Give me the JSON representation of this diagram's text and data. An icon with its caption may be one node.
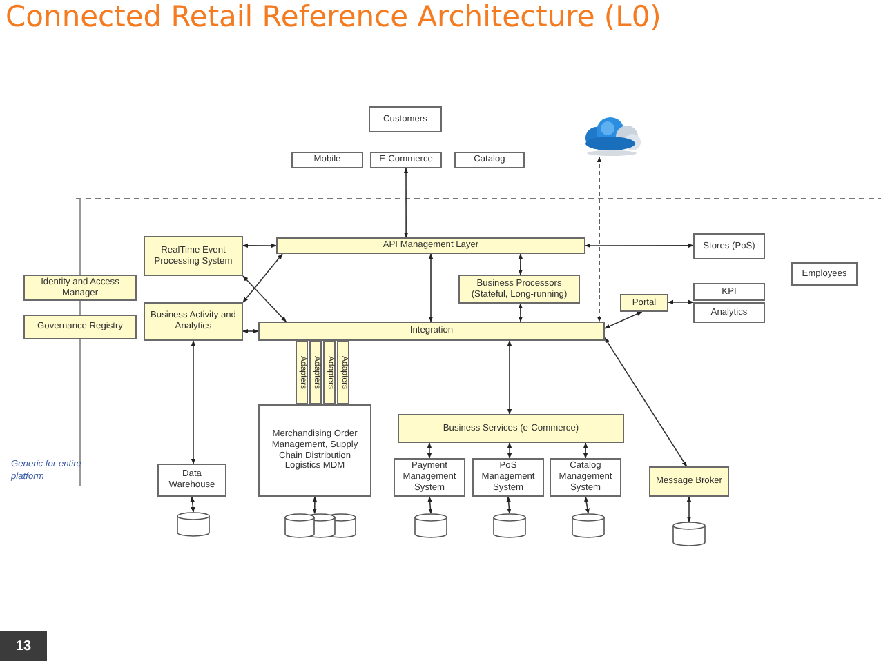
{
  "diagram": {
    "title": "Connected Retail Reference Architecture (L0)",
    "nodes": [
      {
        "text": [
          "Customers"
        ]
      },
      {
        "text": [
          "Mobile"
        ]
      },
      {
        "text": [
          "E-Commerce"
        ]
      },
      {
        "text": [
          "Catalog"
        ]
      },
      {
        "text": [],
        "shape": "cloud"
      },
      {
        "text": [
          "RealTime Event Processing System"
        ]
      },
      {
        "text": [
          "API Management Layer"
        ]
      },
      {
        "text": [
          "Stores (PoS)"
        ]
      },
      {
        "text": [
          "Employees"
        ]
      },
      {
        "text": [
          "Identity and Access Manager"
        ]
      },
      {
        "text": [
          "Business Processors (Stateful, Long-running)"
        ]
      },
      {
        "text": [
          "Portal"
        ]
      },
      {
        "text": [
          "KPI"
        ]
      },
      {
        "text": [
          "Analytics"
        ]
      },
      {
        "text": [
          "Governance Registry"
        ]
      },
      {
        "text": [
          "Business Activity and Analytics"
        ]
      },
      {
        "text": [
          "Integration"
        ]
      },
      {
        "text": [
          "Adapters"
        ]
      },
      {
        "text": [
          "Adapters"
        ]
      },
      {
        "text": [
          "Adapters"
        ]
      },
      {
        "text": [
          "Adapters"
        ]
      },
      {
        "text": [
          "Merchandising Order Management, Supply Chain Distribution Logistics MDM"
        ]
      },
      {
        "text": [
          "Data Warehouse"
        ]
      },
      {
        "text": [
          "Business Services (e-Commerce)"
        ]
      },
      {
        "text": [
          "Payment Management System"
        ]
      },
      {
        "text": [
          "PoS Management System"
        ]
      },
      {
        "text": [
          "Catalog Management System"
        ]
      },
      {
        "text": [
          "Message Broker"
        ]
      },
      {
        "text": [],
        "shape": "cylinder"
      },
      {
        "text": [],
        "shape": "cylinder"
      },
      {
        "text": [],
        "shape": "cylinder"
      },
      {
        "text": [],
        "shape": "cylinder"
      },
      {
        "text": [],
        "shape": "cylinder"
      },
      {
        "text": [],
        "shape": "cylinder"
      }
    ],
    "edges": [
      {
        "from": 2,
        "to": 6,
        "arrow": "both"
      },
      {
        "from": 4,
        "to": 16,
        "arrow": "both",
        "style": "dashed"
      },
      {
        "from": 5,
        "to": 6,
        "arrow": "both"
      },
      {
        "from": 15,
        "to": 6,
        "arrow": "both"
      },
      {
        "from": 5,
        "to": 16,
        "arrow": "both"
      },
      {
        "from": 15,
        "to": 16,
        "arrow": "both"
      },
      {
        "from": 6,
        "to": 16,
        "arrow": "both"
      },
      {
        "from": 6,
        "to": 10,
        "arrow": "both"
      },
      {
        "from": 10,
        "to": 16,
        "arrow": "both"
      },
      {
        "from": 6,
        "to": 7,
        "arrow": "both"
      },
      {
        "from": 11,
        "to": 16,
        "arrow": "both"
      },
      {
        "from": 11,
        "to": 13,
        "arrow": "both"
      },
      {
        "from": 16,
        "to": 27,
        "arrow": "both"
      },
      {
        "from": 15,
        "to": 22,
        "arrow": "both"
      },
      {
        "from": 16,
        "to": 23,
        "arrow": "both"
      },
      {
        "from": 23,
        "to": 24,
        "arrow": "both"
      },
      {
        "from": 23,
        "to": 25,
        "arrow": "both"
      },
      {
        "from": 23,
        "to": 26,
        "arrow": "both"
      },
      {
        "from": 22,
        "to": 28,
        "arrow": "both"
      },
      {
        "from": 21,
        "to": 29,
        "arrow": "both"
      },
      {
        "from": 24,
        "to": 30,
        "arrow": "both"
      },
      {
        "from": 25,
        "to": 31,
        "arrow": "both"
      },
      {
        "from": 26,
        "to": 32,
        "arrow": "both"
      },
      {
        "from": 27,
        "to": 33,
        "arrow": "both"
      }
    ],
    "labels": [
      "Generic for entire platform",
      "13"
    ]
  }
}
